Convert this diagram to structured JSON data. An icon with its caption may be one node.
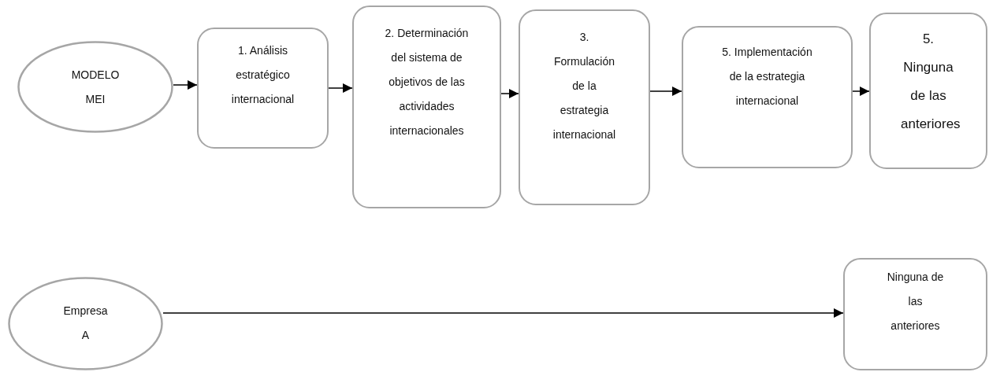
{
  "diagram": {
    "nodes": [
      {
        "text": [
          "MODELO MEI"
        ]
      },
      {
        "text": [
          "1. Análisis estratégico internacional"
        ]
      },
      {
        "text": [
          "2. Determinación del sistema de objetivos de las actividades internacionales"
        ]
      },
      {
        "text": [
          "3. Formulación de la estrategia internacional"
        ]
      },
      {
        "text": [
          "5. Implementación de la estrategia internacional"
        ]
      },
      {
        "text": [
          "5. Ninguna de las anteriores"
        ]
      },
      {
        "text": [
          "Empresa A"
        ]
      },
      {
        "text": [
          "Ninguna de las anteriores"
        ]
      }
    ],
    "edges": [
      {
        "from": 0,
        "to": 1,
        "arrow": "to"
      },
      {
        "from": 1,
        "to": 2,
        "arrow": "to"
      },
      {
        "from": 2,
        "to": 3,
        "arrow": "to"
      },
      {
        "from": 3,
        "to": 4,
        "arrow": "to"
      },
      {
        "from": 4,
        "to": 5,
        "arrow": "to"
      },
      {
        "from": 6,
        "to": 7,
        "arrow": "to"
      }
    ]
  }
}
